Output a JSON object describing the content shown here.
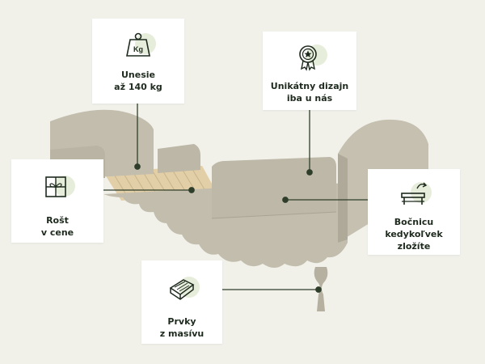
{
  "callouts": {
    "weight": {
      "text": "Unesie\naž 140 kg",
      "badge": "Kg"
    },
    "design": {
      "text": "Unikátny dizajn\niba u nás"
    },
    "slats": {
      "text": "Rošt\nv cene"
    },
    "rail": {
      "text": "Bočnicu\nkedykoľvek\nzložíte"
    },
    "wood": {
      "text": "Prvky\nz masívu"
    }
  },
  "colors": {
    "background": "#f1f1ea",
    "card": "#ffffff",
    "bed": "#c2bdad",
    "bed_shade": "#a9a493",
    "leader_line": "#2f3e2a",
    "icon_blob": "#e6eddb",
    "slat_wood": "#e2cfa8"
  }
}
